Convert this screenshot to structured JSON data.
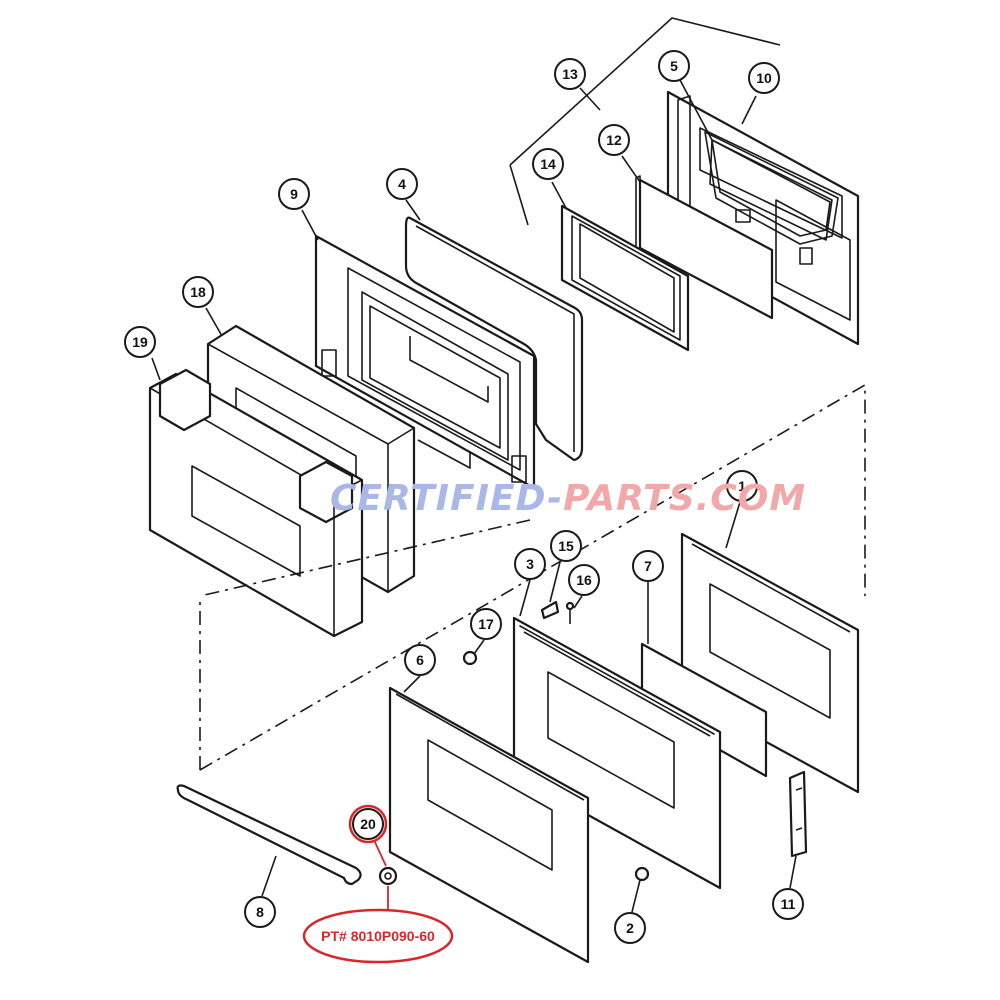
{
  "diagram": {
    "watermark": {
      "part1": "CERTIFIED-",
      "part2": "PARTS.COM",
      "color1": "#a9b8e6",
      "color2": "#f2a7a9"
    },
    "highlight": {
      "label": "PT# 8010P090-60",
      "color": "#d9262b",
      "callout": "20"
    },
    "callouts": [
      {
        "id": "13",
        "label": "13"
      },
      {
        "id": "5",
        "label": "5"
      },
      {
        "id": "10",
        "label": "10"
      },
      {
        "id": "12",
        "label": "12"
      },
      {
        "id": "14",
        "label": "14"
      },
      {
        "id": "9",
        "label": "9"
      },
      {
        "id": "4",
        "label": "4"
      },
      {
        "id": "18",
        "label": "18"
      },
      {
        "id": "19",
        "label": "19"
      },
      {
        "id": "1",
        "label": "1"
      },
      {
        "id": "15",
        "label": "15"
      },
      {
        "id": "3",
        "label": "3"
      },
      {
        "id": "16",
        "label": "16"
      },
      {
        "id": "7",
        "label": "7"
      },
      {
        "id": "17",
        "label": "17"
      },
      {
        "id": "6",
        "label": "6"
      },
      {
        "id": "20",
        "label": "20"
      },
      {
        "id": "8",
        "label": "8"
      },
      {
        "id": "2",
        "label": "2"
      },
      {
        "id": "11",
        "label": "11"
      }
    ]
  }
}
